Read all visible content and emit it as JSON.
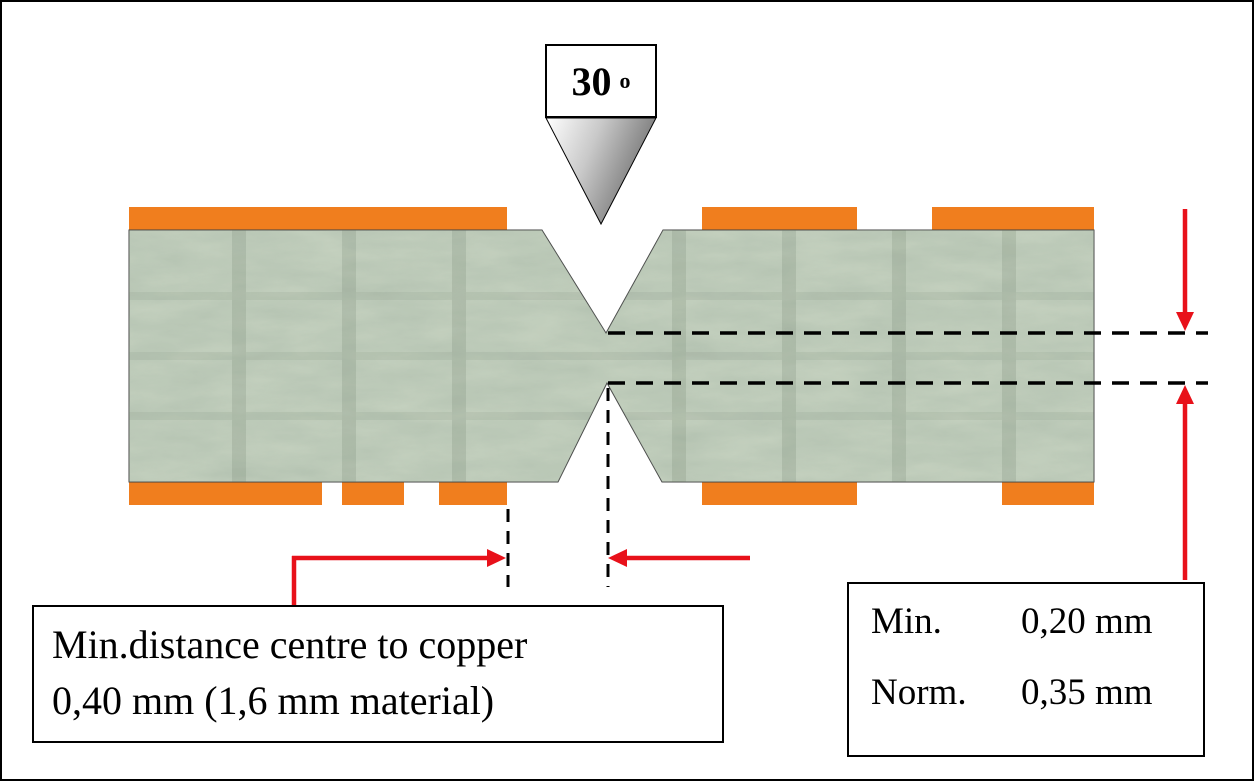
{
  "angle_box": {
    "value": "30",
    "degree": "o"
  },
  "note_box": {
    "line1": "Min.distance centre to copper",
    "line2": "0,40 mm (1,6 mm material)"
  },
  "spec_box": {
    "rows": [
      {
        "label": "Min.",
        "value": "0,20 mm"
      },
      {
        "label": "Norm.",
        "value": "0,35 mm"
      }
    ]
  },
  "colors": {
    "copper": "#F07E1E",
    "board": "#C6D2C0",
    "arrow": "#E8111A"
  }
}
